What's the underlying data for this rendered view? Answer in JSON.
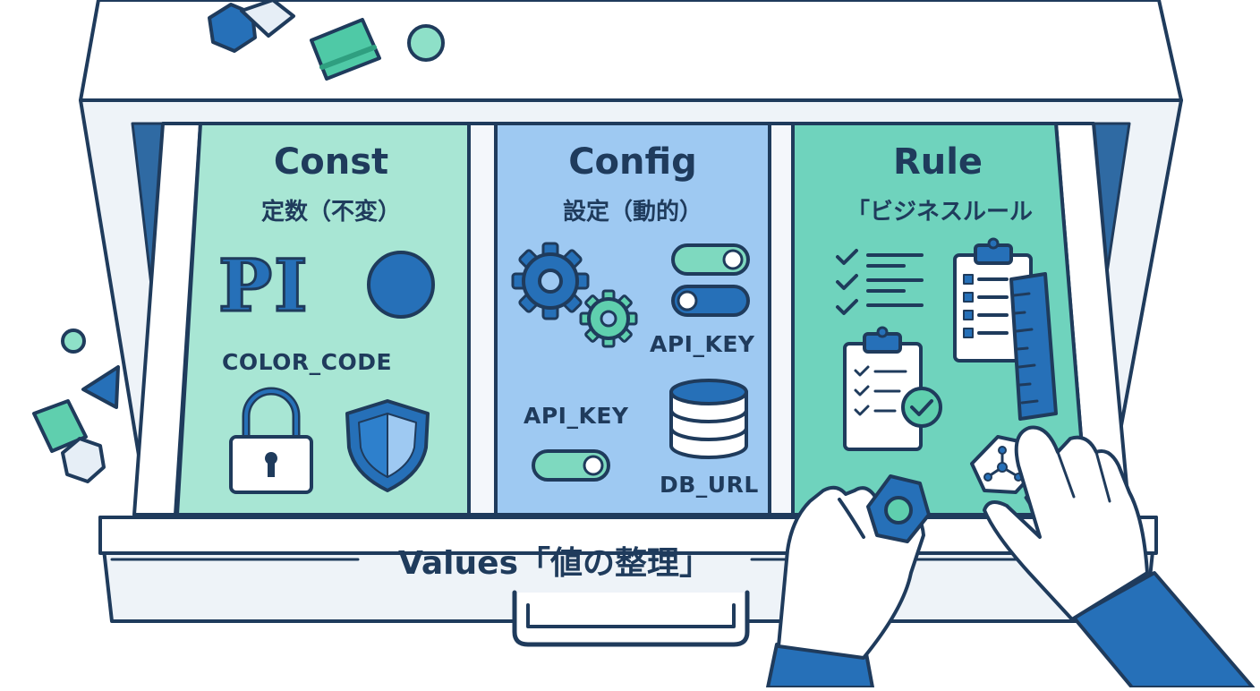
{
  "drawer": {
    "front_label": "Values「値の整理」"
  },
  "compartments": [
    {
      "title": "Const",
      "subtitle": "定数（不変）",
      "labels": {
        "pi": "PI",
        "color_code": "COLOR_CODE"
      },
      "icons": [
        "pi-icon",
        "circle-icon",
        "padlock-icon",
        "shield-icon"
      ]
    },
    {
      "title": "Config",
      "subtitle": "設定（動的）",
      "labels": {
        "api_key_1": "API_KEY",
        "api_key_2": "API_KEY",
        "db_url": "DB_URL"
      },
      "icons": [
        "gear-icon",
        "small-gear-icon",
        "toggle-switch-icon",
        "database-icon"
      ]
    },
    {
      "title": "Rule",
      "subtitle": "「ビジネスルール",
      "icons": [
        "checklist-icon",
        "clipboard-icon",
        "ruler-icon",
        "clipboard-check-icon",
        "hex-nut-icon",
        "network-hex-icon"
      ]
    }
  ],
  "colors": {
    "outline": "#1f3b5c",
    "const_panel": "#a8e6d4",
    "config_panel": "#9ec9f2",
    "rule_panel": "#6fd3bd",
    "accent_blue": "#2670b8",
    "accent_teal": "#5fcfae"
  }
}
